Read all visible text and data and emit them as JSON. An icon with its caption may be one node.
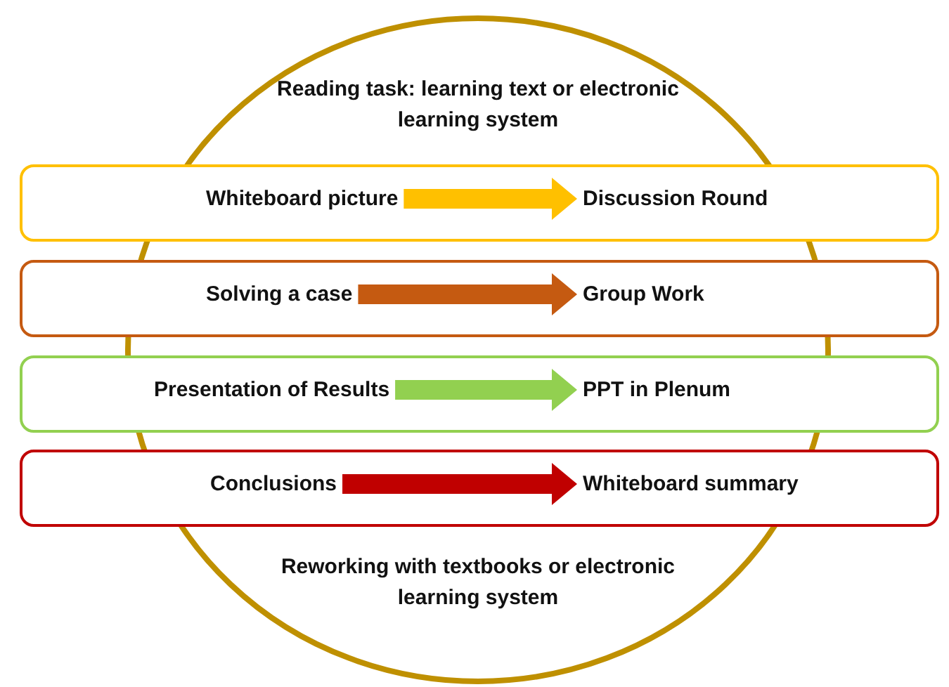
{
  "diagram": {
    "nodes": [
      {
        "text": [
          "Reading task: learning text or electronic learning system"
        ]
      },
      {
        "text": [],
        "shape": "box"
      },
      {
        "text": [
          "Whiteboard picture"
        ],
        "in": 1
      },
      {
        "text": [
          "Discussion Round"
        ],
        "in": 1
      },
      {
        "text": [],
        "shape": "box"
      },
      {
        "text": [
          "Solving a case"
        ],
        "in": 4
      },
      {
        "text": [
          "Group Work"
        ],
        "in": 4
      },
      {
        "text": [],
        "shape": "box"
      },
      {
        "text": [
          "Presentation of Results"
        ],
        "in": 7
      },
      {
        "text": [
          "PPT in Plenum"
        ],
        "in": 7
      },
      {
        "text": [],
        "shape": "box"
      },
      {
        "text": [
          "Conclusions"
        ],
        "in": 10
      },
      {
        "text": [
          "Whiteboard summary"
        ],
        "in": 10
      },
      {
        "text": [
          "Reworking with textbooks or electronic learning system"
        ]
      }
    ],
    "edges": [
      {
        "from": 2,
        "to": 3,
        "arrow": "to",
        "color": "#ffc000"
      },
      {
        "from": 5,
        "to": 6,
        "arrow": "to",
        "color": "#c55a11"
      },
      {
        "from": 8,
        "to": 9,
        "arrow": "to",
        "color": "#92d050"
      },
      {
        "from": 11,
        "to": 12,
        "arrow": "to",
        "color": "#c00000"
      }
    ]
  }
}
